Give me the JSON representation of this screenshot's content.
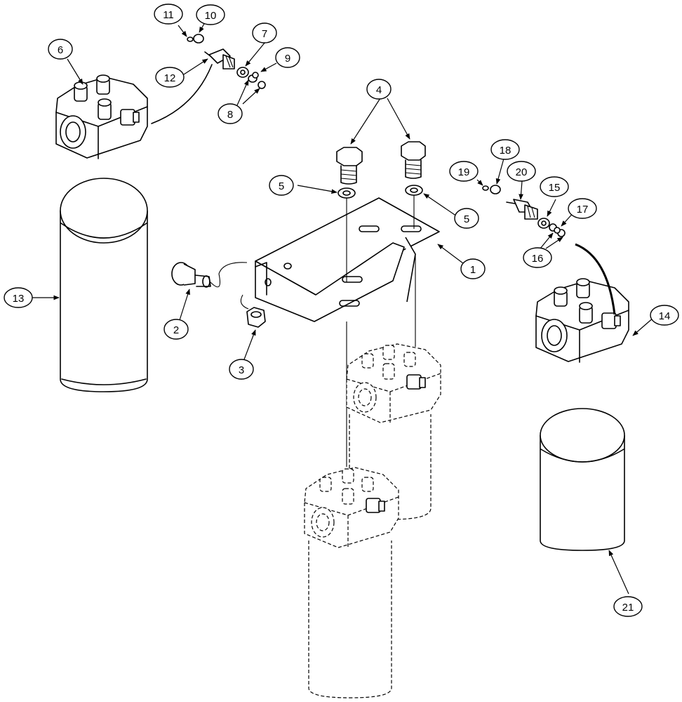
{
  "callouts": [
    {
      "id": "c1",
      "label": "1"
    },
    {
      "id": "c2",
      "label": "2"
    },
    {
      "id": "c3",
      "label": "3"
    },
    {
      "id": "c4",
      "label": "4"
    },
    {
      "id": "c5a",
      "label": "5"
    },
    {
      "id": "c5b",
      "label": "5"
    },
    {
      "id": "c6",
      "label": "6"
    },
    {
      "id": "c7",
      "label": "7"
    },
    {
      "id": "c8",
      "label": "8"
    },
    {
      "id": "c9",
      "label": "9"
    },
    {
      "id": "c10",
      "label": "10"
    },
    {
      "id": "c11",
      "label": "11"
    },
    {
      "id": "c12",
      "label": "12"
    },
    {
      "id": "c13",
      "label": "13"
    },
    {
      "id": "c14",
      "label": "14"
    },
    {
      "id": "c15",
      "label": "15"
    },
    {
      "id": "c16",
      "label": "16"
    },
    {
      "id": "c17",
      "label": "17"
    },
    {
      "id": "c18",
      "label": "18"
    },
    {
      "id": "c19",
      "label": "19"
    },
    {
      "id": "c20",
      "label": "20"
    },
    {
      "id": "c21",
      "label": "21"
    }
  ]
}
